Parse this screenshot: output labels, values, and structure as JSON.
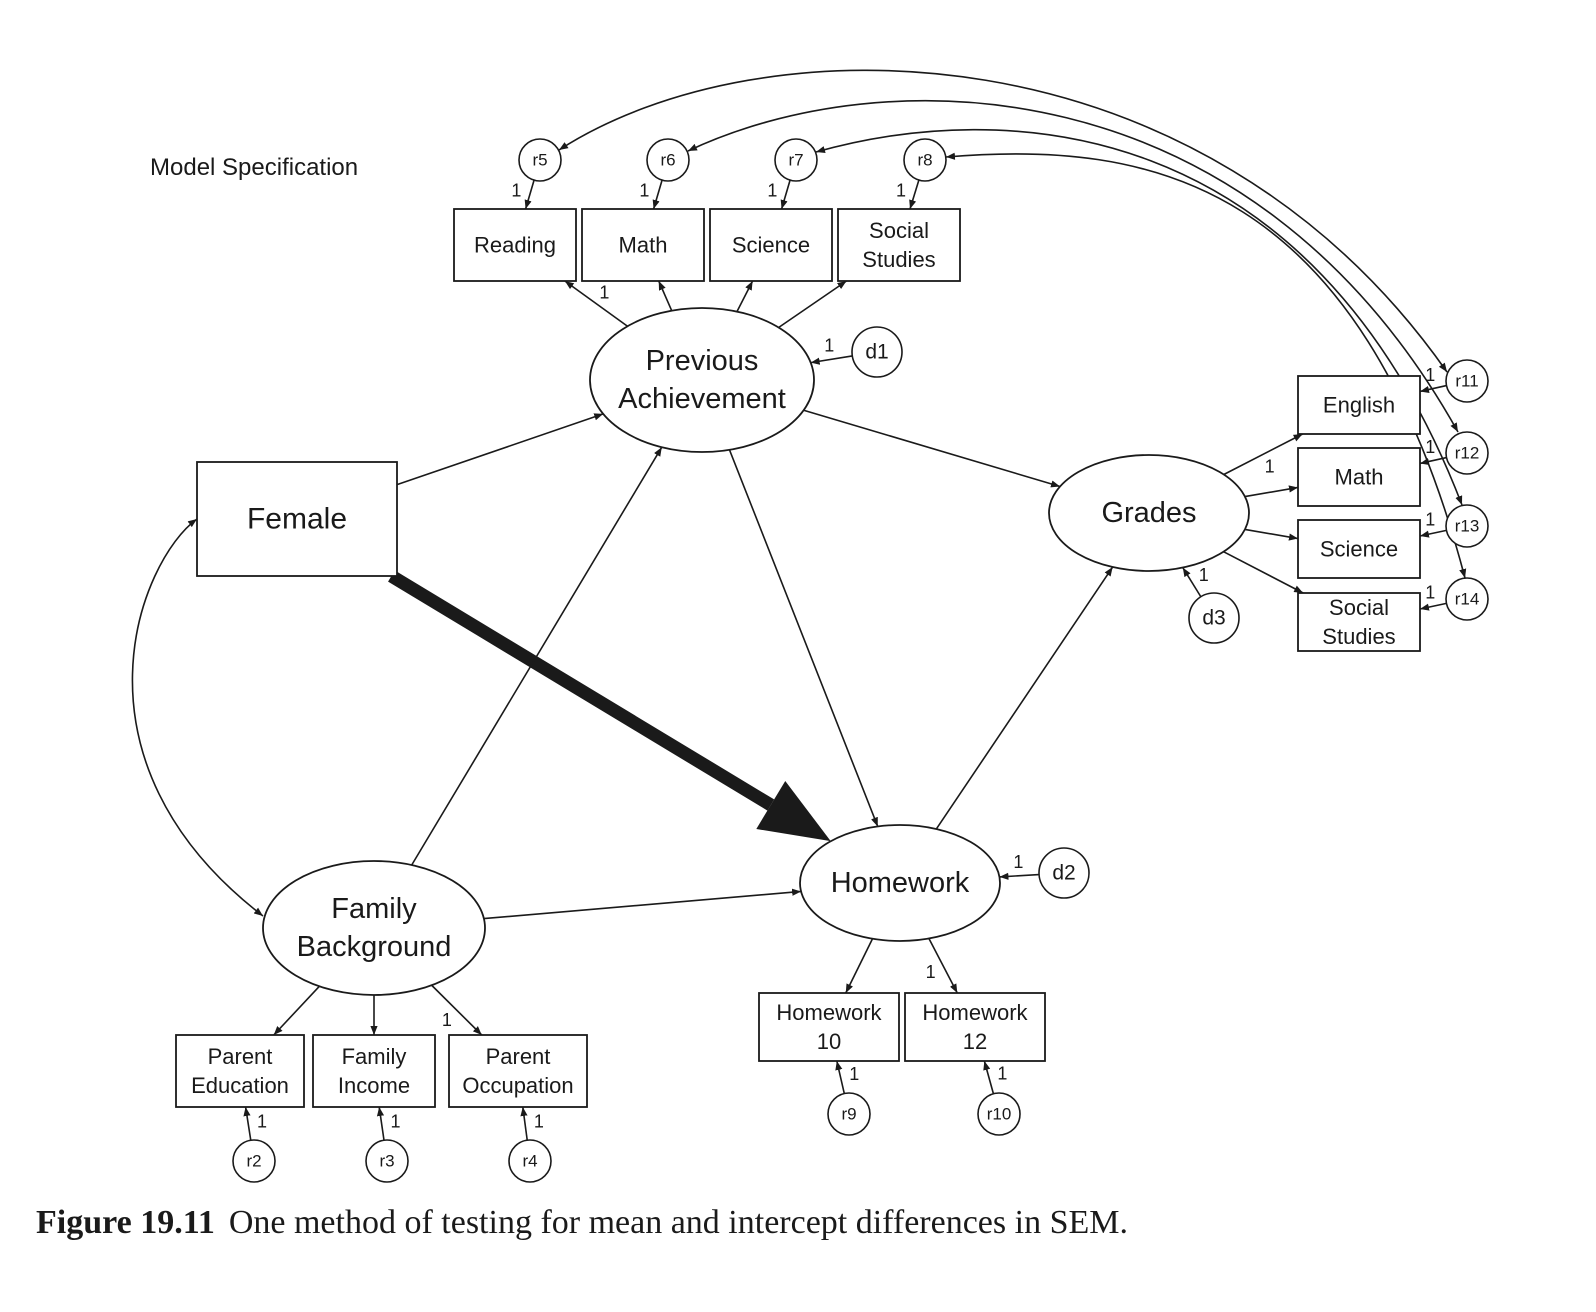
{
  "figure": {
    "panel_label": "Model Specification",
    "caption_number": "Figure 19.11",
    "caption_text": "One method of testing for mean and intercept differences in SEM."
  },
  "nodes": {
    "female": {
      "label": [
        "Female"
      ],
      "kind": "observed"
    },
    "prev_ach": {
      "label": [
        "Previous",
        "Achievement"
      ],
      "kind": "latent"
    },
    "family_bg": {
      "label": [
        "Family",
        "Background"
      ],
      "kind": "latent"
    },
    "homework": {
      "label": [
        "Homework"
      ],
      "kind": "latent"
    },
    "grades": {
      "label": [
        "Grades"
      ],
      "kind": "latent"
    },
    "reading": {
      "label": [
        "Reading"
      ],
      "kind": "observed"
    },
    "math_pa": {
      "label": [
        "Math"
      ],
      "kind": "observed"
    },
    "science_pa": {
      "label": [
        "Science"
      ],
      "kind": "observed"
    },
    "social_pa": {
      "label": [
        "Social",
        "Studies"
      ],
      "kind": "observed"
    },
    "english": {
      "label": [
        "English"
      ],
      "kind": "observed"
    },
    "math_gr": {
      "label": [
        "Math"
      ],
      "kind": "observed"
    },
    "science_gr": {
      "label": [
        "Science"
      ],
      "kind": "observed"
    },
    "social_gr": {
      "label": [
        "Social",
        "Studies"
      ],
      "kind": "observed"
    },
    "parent_edu": {
      "label": [
        "Parent",
        "Education"
      ],
      "kind": "observed"
    },
    "family_inc": {
      "label": [
        "Family",
        "Income"
      ],
      "kind": "observed"
    },
    "parent_occ": {
      "label": [
        "Parent",
        "Occupation"
      ],
      "kind": "observed"
    },
    "hw10": {
      "label": [
        "Homework",
        "10"
      ],
      "kind": "observed"
    },
    "hw12": {
      "label": [
        "Homework",
        "12"
      ],
      "kind": "observed"
    },
    "d1": {
      "label": [
        "d1"
      ],
      "kind": "error"
    },
    "d2": {
      "label": [
        "d2"
      ],
      "kind": "error"
    },
    "d3": {
      "label": [
        "d3"
      ],
      "kind": "error"
    },
    "r2": {
      "label": [
        "r2"
      ],
      "kind": "error"
    },
    "r3": {
      "label": [
        "r3"
      ],
      "kind": "error"
    },
    "r4": {
      "label": [
        "r4"
      ],
      "kind": "error"
    },
    "r5": {
      "label": [
        "r5"
      ],
      "kind": "error"
    },
    "r6": {
      "label": [
        "r6"
      ],
      "kind": "error"
    },
    "r7": {
      "label": [
        "r7"
      ],
      "kind": "error"
    },
    "r8": {
      "label": [
        "r8"
      ],
      "kind": "error"
    },
    "r9": {
      "label": [
        "r9"
      ],
      "kind": "error"
    },
    "r10": {
      "label": [
        "r10"
      ],
      "kind": "error"
    },
    "r11": {
      "label": [
        "r11"
      ],
      "kind": "error"
    },
    "r12": {
      "label": [
        "r12"
      ],
      "kind": "error"
    },
    "r13": {
      "label": [
        "r13"
      ],
      "kind": "error"
    },
    "r14": {
      "label": [
        "r14"
      ],
      "kind": "error"
    }
  },
  "paths": [
    {
      "from": "female",
      "to": "prev_ach"
    },
    {
      "from": "female",
      "to": "homework",
      "emphasis": "heavy"
    },
    {
      "from": "family_bg",
      "to": "prev_ach"
    },
    {
      "from": "family_bg",
      "to": "homework"
    },
    {
      "from": "prev_ach",
      "to": "homework"
    },
    {
      "from": "prev_ach",
      "to": "grades"
    },
    {
      "from": "homework",
      "to": "grades"
    },
    {
      "from": "prev_ach",
      "to": "reading",
      "fixed": "1"
    },
    {
      "from": "prev_ach",
      "to": "math_pa"
    },
    {
      "from": "prev_ach",
      "to": "science_pa"
    },
    {
      "from": "prev_ach",
      "to": "social_pa"
    },
    {
      "from": "grades",
      "to": "english",
      "fixed": "1"
    },
    {
      "from": "grades",
      "to": "math_gr"
    },
    {
      "from": "grades",
      "to": "science_gr"
    },
    {
      "from": "grades",
      "to": "social_gr"
    },
    {
      "from": "family_bg",
      "to": "parent_edu"
    },
    {
      "from": "family_bg",
      "to": "family_inc"
    },
    {
      "from": "family_bg",
      "to": "parent_occ",
      "fixed": "1"
    },
    {
      "from": "homework",
      "to": "hw10"
    },
    {
      "from": "homework",
      "to": "hw12",
      "fixed": "1"
    },
    {
      "from": "d1",
      "to": "prev_ach",
      "fixed": "1"
    },
    {
      "from": "d2",
      "to": "homework",
      "fixed": "1"
    },
    {
      "from": "d3",
      "to": "grades",
      "fixed": "1"
    },
    {
      "from": "r2",
      "to": "parent_edu",
      "fixed": "1"
    },
    {
      "from": "r3",
      "to": "family_inc",
      "fixed": "1"
    },
    {
      "from": "r4",
      "to": "parent_occ",
      "fixed": "1"
    },
    {
      "from": "r5",
      "to": "reading",
      "fixed": "1"
    },
    {
      "from": "r6",
      "to": "math_pa",
      "fixed": "1"
    },
    {
      "from": "r7",
      "to": "science_pa",
      "fixed": "1"
    },
    {
      "from": "r8",
      "to": "social_pa",
      "fixed": "1"
    },
    {
      "from": "r9",
      "to": "hw10",
      "fixed": "1"
    },
    {
      "from": "r10",
      "to": "hw12",
      "fixed": "1"
    },
    {
      "from": "r11",
      "to": "english",
      "fixed": "1"
    },
    {
      "from": "r12",
      "to": "math_gr",
      "fixed": "1"
    },
    {
      "from": "r13",
      "to": "science_gr",
      "fixed": "1"
    },
    {
      "from": "r14",
      "to": "social_gr",
      "fixed": "1"
    }
  ],
  "covariances": [
    {
      "a": "female",
      "b": "family_bg"
    },
    {
      "a": "r5",
      "b": "r11"
    },
    {
      "a": "r6",
      "b": "r12"
    },
    {
      "a": "r7",
      "b": "r13"
    },
    {
      "a": "r8",
      "b": "r14"
    }
  ]
}
